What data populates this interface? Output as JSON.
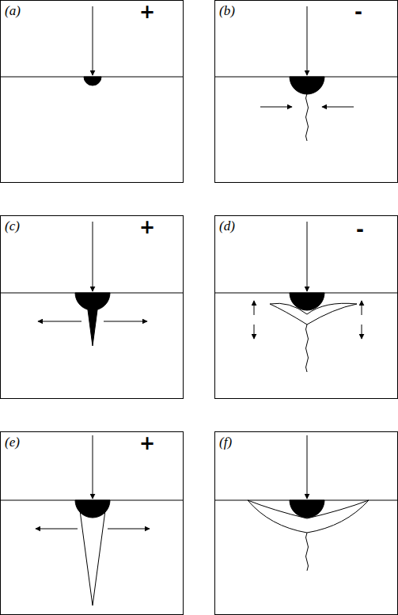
{
  "diagram": {
    "labels": [
      "(a)",
      "+",
      "(b)",
      "-",
      "(c)",
      "+",
      "(d)",
      "-",
      "(e)",
      "+",
      "(f)"
    ]
  }
}
